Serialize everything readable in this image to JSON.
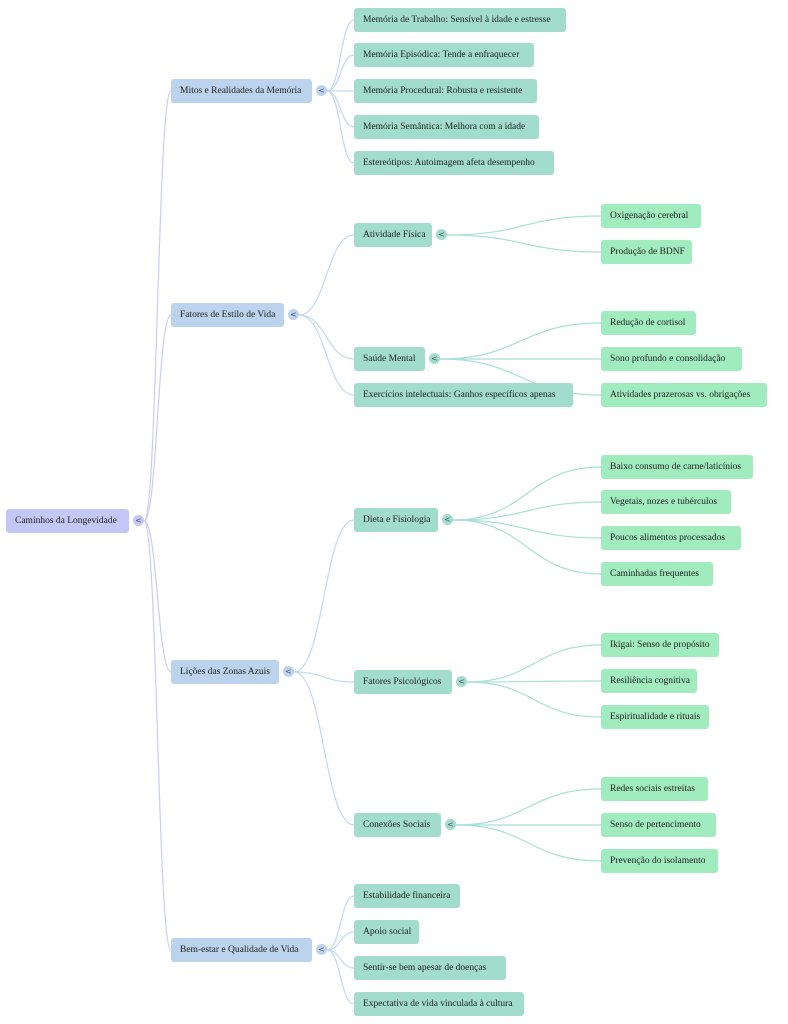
{
  "title": "Caminhos da Longevidade",
  "toggle_glyph": "<",
  "colors": {
    "root": "#c3c8f7",
    "level1": "#bcd3ee",
    "level2": "#a1dccd",
    "level3": "#a0ecbe",
    "link_root": "#c8ccf5",
    "link_l1": "#c4d8f2",
    "link_l2": "#a8e0d2"
  },
  "branches": [
    {
      "label": "Mitos e Realidades da Memória",
      "children": [
        {
          "label": "Memória de Trabalho: Sensível à idade e estresse"
        },
        {
          "label": "Memória Episódica: Tende a enfraquecer"
        },
        {
          "label": "Memória Procedural: Robusta e resistente"
        },
        {
          "label": "Memória Semântica: Melhora com a idade"
        },
        {
          "label": "Estereótipos: Autoimagem afeta desempenho"
        }
      ]
    },
    {
      "label": "Fatores de Estilo de Vida",
      "children": [
        {
          "label": "Atividade Física",
          "children": [
            {
              "label": "Oxigenação cerebral"
            },
            {
              "label": "Produção de BDNF"
            }
          ]
        },
        {
          "label": "Saúde Mental",
          "children": [
            {
              "label": "Redução de cortisol"
            },
            {
              "label": "Sono profundo e consolidação"
            },
            {
              "label": "Atividades prazerosas vs. obrigações"
            }
          ]
        },
        {
          "label": "Exercícios intelectuais: Ganhos específicos apenas"
        }
      ]
    },
    {
      "label": "Lições das Zonas Azuis",
      "children": [
        {
          "label": "Dieta e Fisiologia",
          "children": [
            {
              "label": "Baixo consumo de carne/laticínios"
            },
            {
              "label": "Vegetais, nozes e tubérculos"
            },
            {
              "label": "Poucos alimentos processados"
            },
            {
              "label": "Caminhadas frequentes"
            }
          ]
        },
        {
          "label": "Fatores Psicológicos",
          "children": [
            {
              "label": "Ikigai: Senso de propósito"
            },
            {
              "label": "Resiliência cognitiva"
            },
            {
              "label": "Espiritualidade e rituais"
            }
          ]
        },
        {
          "label": "Conexões Sociais",
          "children": [
            {
              "label": "Redes sociais estreitas"
            },
            {
              "label": "Senso de pertencimento"
            },
            {
              "label": "Prevenção do isolamento"
            }
          ]
        }
      ]
    },
    {
      "label": "Bem-estar e Qualidade de Vida",
      "children": [
        {
          "label": "Estabilidade financeira"
        },
        {
          "label": "Apoio social"
        },
        {
          "label": "Sentir-se bem apesar de doenças"
        },
        {
          "label": "Expectativa de vida vinculada à cultura"
        }
      ]
    }
  ]
}
